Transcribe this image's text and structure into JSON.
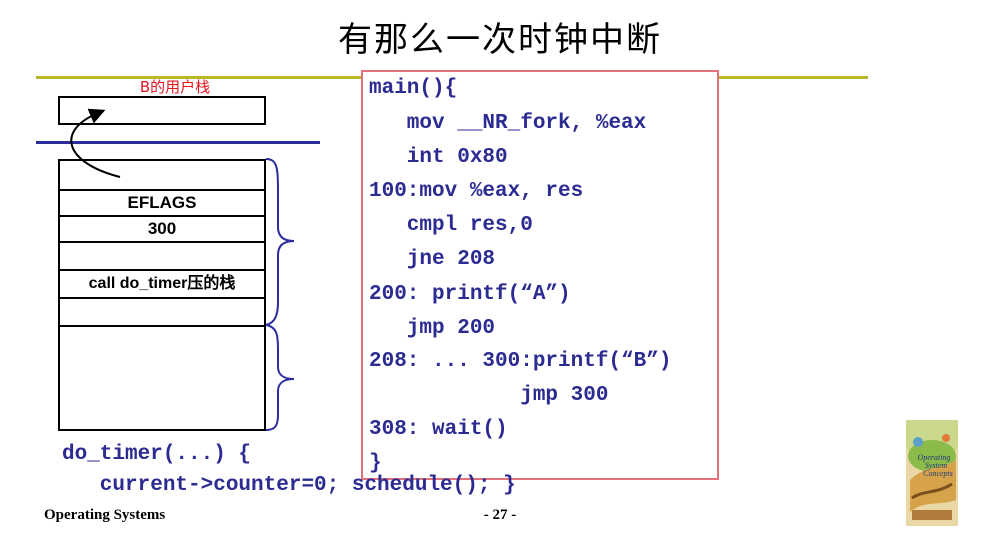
{
  "slide": {
    "title": "有那么一次时钟中断",
    "user_stack_label": "B的用户栈"
  },
  "kernel_stack": {
    "rows": [
      "",
      "EFLAGS",
      "300",
      "",
      "call do_timer压的栈",
      ""
    ]
  },
  "code": {
    "lines": [
      "main(){",
      "   mov __NR_fork, %eax",
      "   int 0x80",
      "100:mov %eax, res",
      "   cmpl res,0",
      "   jne 208",
      "200: printf(“A”)",
      "   jmp 200",
      "208: ... 300:printf(“B”)",
      "            jmp 300",
      "308: wait()",
      "}"
    ]
  },
  "do_timer": {
    "line1": "do_timer(...) {",
    "line2": "   current->counter=0; schedule(); }"
  },
  "footer": {
    "course": "Operating Systems",
    "page": "- 27 -"
  },
  "book_cover": {
    "title_line1": "Operating",
    "title_line2": "System",
    "title_line3": "Concepts"
  }
}
